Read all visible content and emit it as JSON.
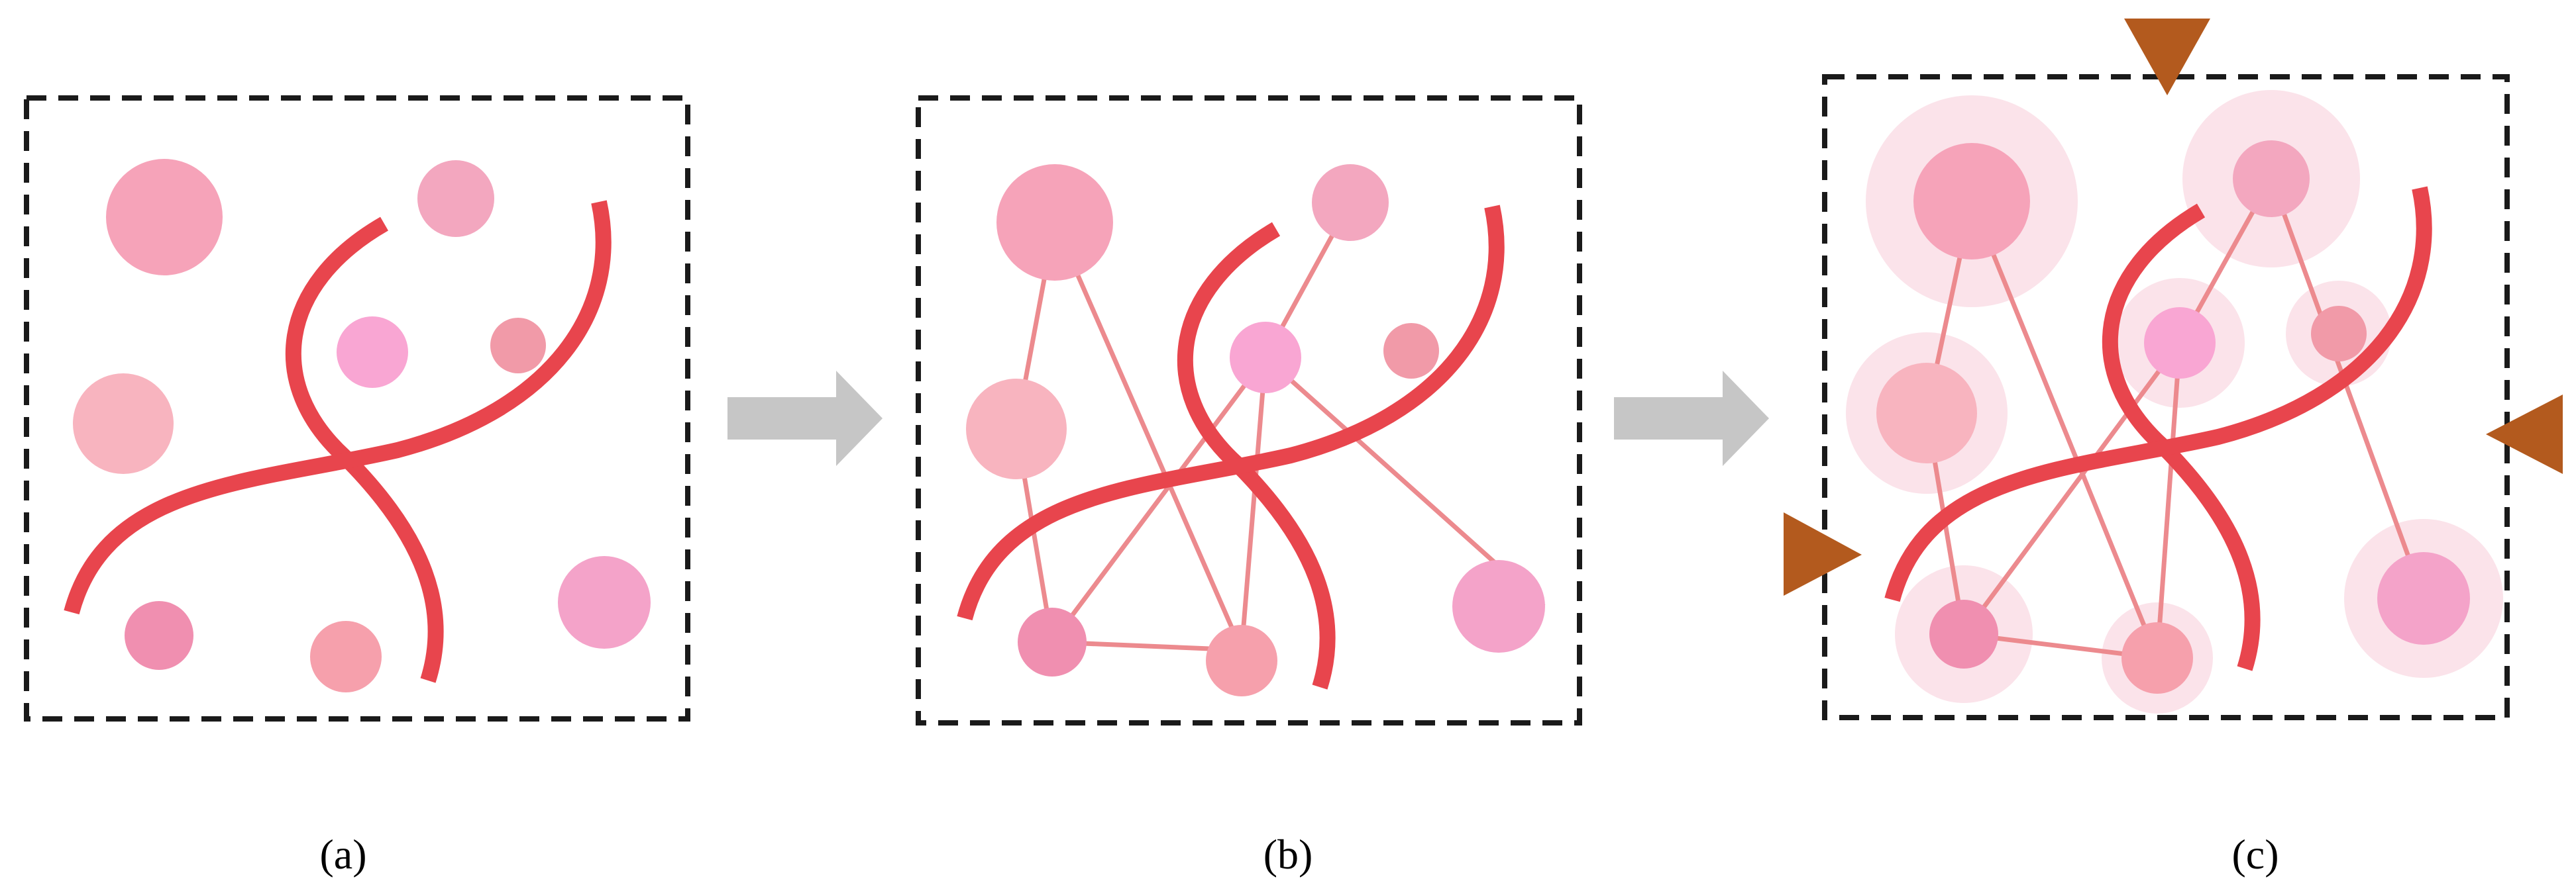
{
  "colors": {
    "fiber": "#e8454d",
    "link": "#ec8a8e",
    "border": "#1a1a1a",
    "arrow": "#c6c6c6",
    "force_marker": "#b35a1e",
    "halo": "#fbe3ea",
    "particle_1": "#f6a3b9",
    "particle_2": "#f3a7bf",
    "particle_3": "#f9a6d3",
    "particle_4": "#f19aa8",
    "particle_5": "#f8b4bf",
    "particle_6": "#f08fb0",
    "particle_7": "#f6a0ac",
    "particle_8": "#f4a3c9"
  },
  "panels": [
    {
      "id": "a",
      "caption": "(a)"
    },
    {
      "id": "b",
      "caption": "(b)"
    },
    {
      "id": "c",
      "caption": "(c)"
    }
  ],
  "icons": {
    "transition_arrow": "right-arrow-icon",
    "force_marker": "triangle-pointer-icon"
  }
}
